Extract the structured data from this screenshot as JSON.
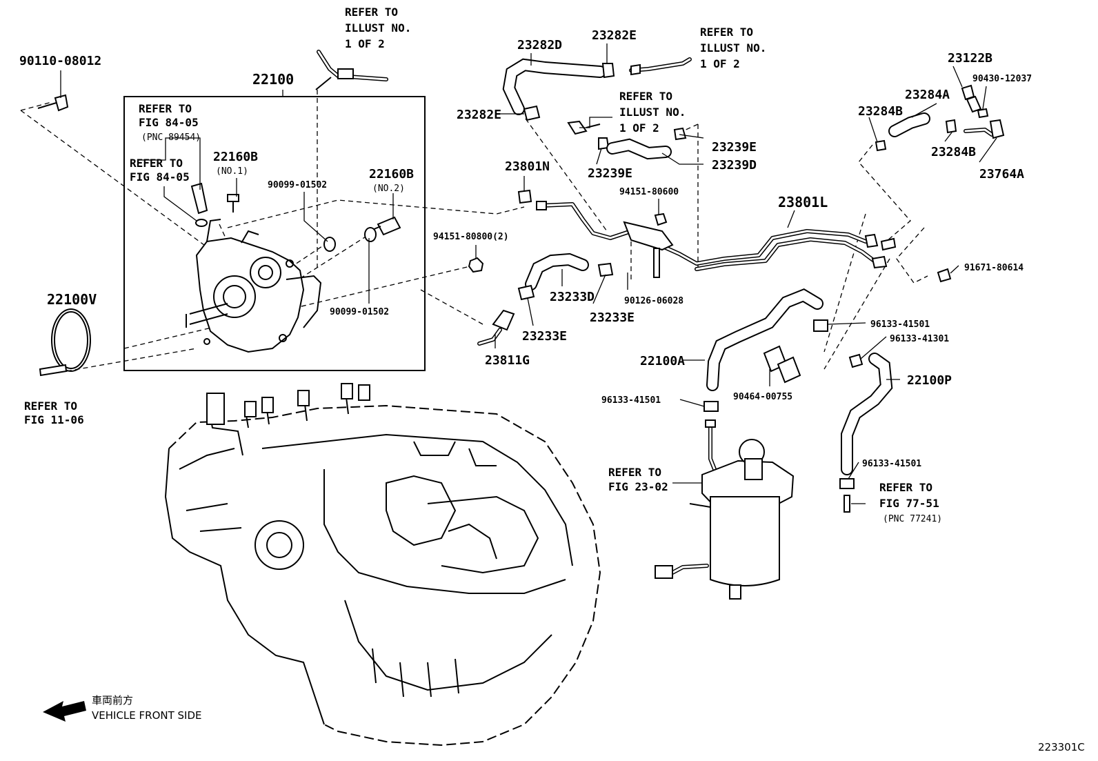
{
  "diagram": {
    "part_numbers": {
      "p90110": "90110-08012",
      "p22100": "22100",
      "p22100v": "22100V",
      "p22160b1": "22160B",
      "p22160b1_sub": "(NO.1)",
      "p22160b2": "22160B",
      "p22160b2_sub": "(NO.2)",
      "p90099a": "90099-01502",
      "p90099b": "90099-01502",
      "p94151_808": "94151-80800(2)",
      "p23282d": "23282D",
      "p23282e_top": "23282E",
      "p23282e_left": "23282E",
      "p23239e_r": "23239E",
      "p23239d": "23239D",
      "p23239e_l": "23239E",
      "p23801n": "23801N",
      "p94151_806": "94151-80600",
      "p23801l": "23801L",
      "p23233d": "23233D",
      "p23233e_a": "23233E",
      "p23233e_b": "23233E",
      "p90126": "90126-06028",
      "p23811g": "23811G",
      "p23122b": "23122B",
      "p90430": "90430-12037",
      "p23284a": "23284A",
      "p23284b_l": "23284B",
      "p23284b_r": "23284B",
      "p23764a": "23764A",
      "p91671": "91671-80614",
      "p96133_415a": "96133-41501",
      "p96133_413": "96133-41301",
      "p22100a": "22100A",
      "p22100p": "22100P",
      "p96133_415b": "96133-41501",
      "p90464": "90464-00755",
      "p96133_415c": "96133-41501"
    },
    "refer_notes": {
      "illust_top_l1": "REFER TO",
      "illust_top_l2": "ILLUST NO.",
      "illust_top_l3": "1 OF 2",
      "illust_right_l1": "REFER TO",
      "illust_right_l2": "ILLUST NO.",
      "illust_right_l3": "1 OF 2",
      "illust_mid_l1": "REFER TO",
      "illust_mid_l2": "ILLUST NO.",
      "illust_mid_l3": "1 OF 2",
      "fig8405a_l1": "REFER TO",
      "fig8405a_l2": "FIG 84-05",
      "fig8405a_l3": "(PNC 89454)",
      "fig8405b_l1": "REFER TO",
      "fig8405b_l2": "FIG 84-05",
      "fig1106_l1": "REFER TO",
      "fig1106_l2": "FIG 11-06",
      "fig2302_l1": "REFER TO",
      "fig2302_l2": "FIG 23-02",
      "fig7751_l1": "REFER TO",
      "fig7751_l2": "FIG 77-51",
      "fig7751_l3": "(PNC 77241)"
    },
    "direction_jp": "車両前方",
    "direction_en": "VEHICLE FRONT SIDE",
    "illustration_id": "223301C"
  }
}
